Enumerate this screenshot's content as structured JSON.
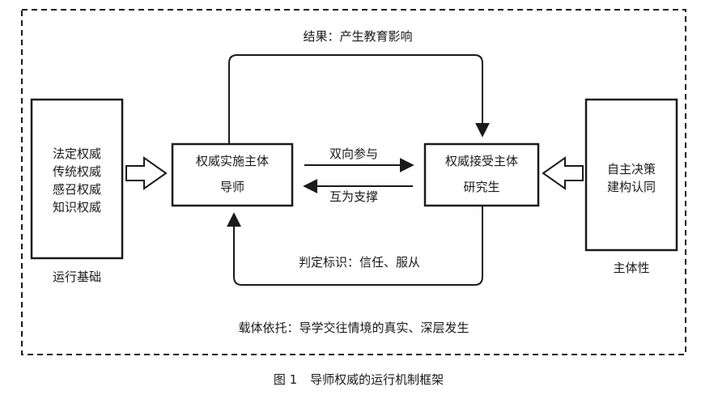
{
  "diagram": {
    "result_label": "结果：产生教育影响",
    "left_box": {
      "lines": [
        "法定权威",
        "传统权威",
        "感召权威",
        "知识权威"
      ],
      "caption": "运行基础"
    },
    "subject_box": {
      "title": "权威实施主体",
      "role": "导师"
    },
    "object_box": {
      "title": "权威接受主体",
      "role": "研究生"
    },
    "right_box": {
      "lines": [
        "自主决策",
        "建构认同"
      ],
      "caption": "主体性"
    },
    "arrow_forward_label": "双向参与",
    "arrow_back_label": "互为支撑",
    "judgement_label": "判定标识：信任、服从",
    "carrier_label": "载体依托：导学交往情境的真实、深层发生",
    "figure_number": "图 1",
    "figure_title": "导师权威的运行机制框架"
  }
}
